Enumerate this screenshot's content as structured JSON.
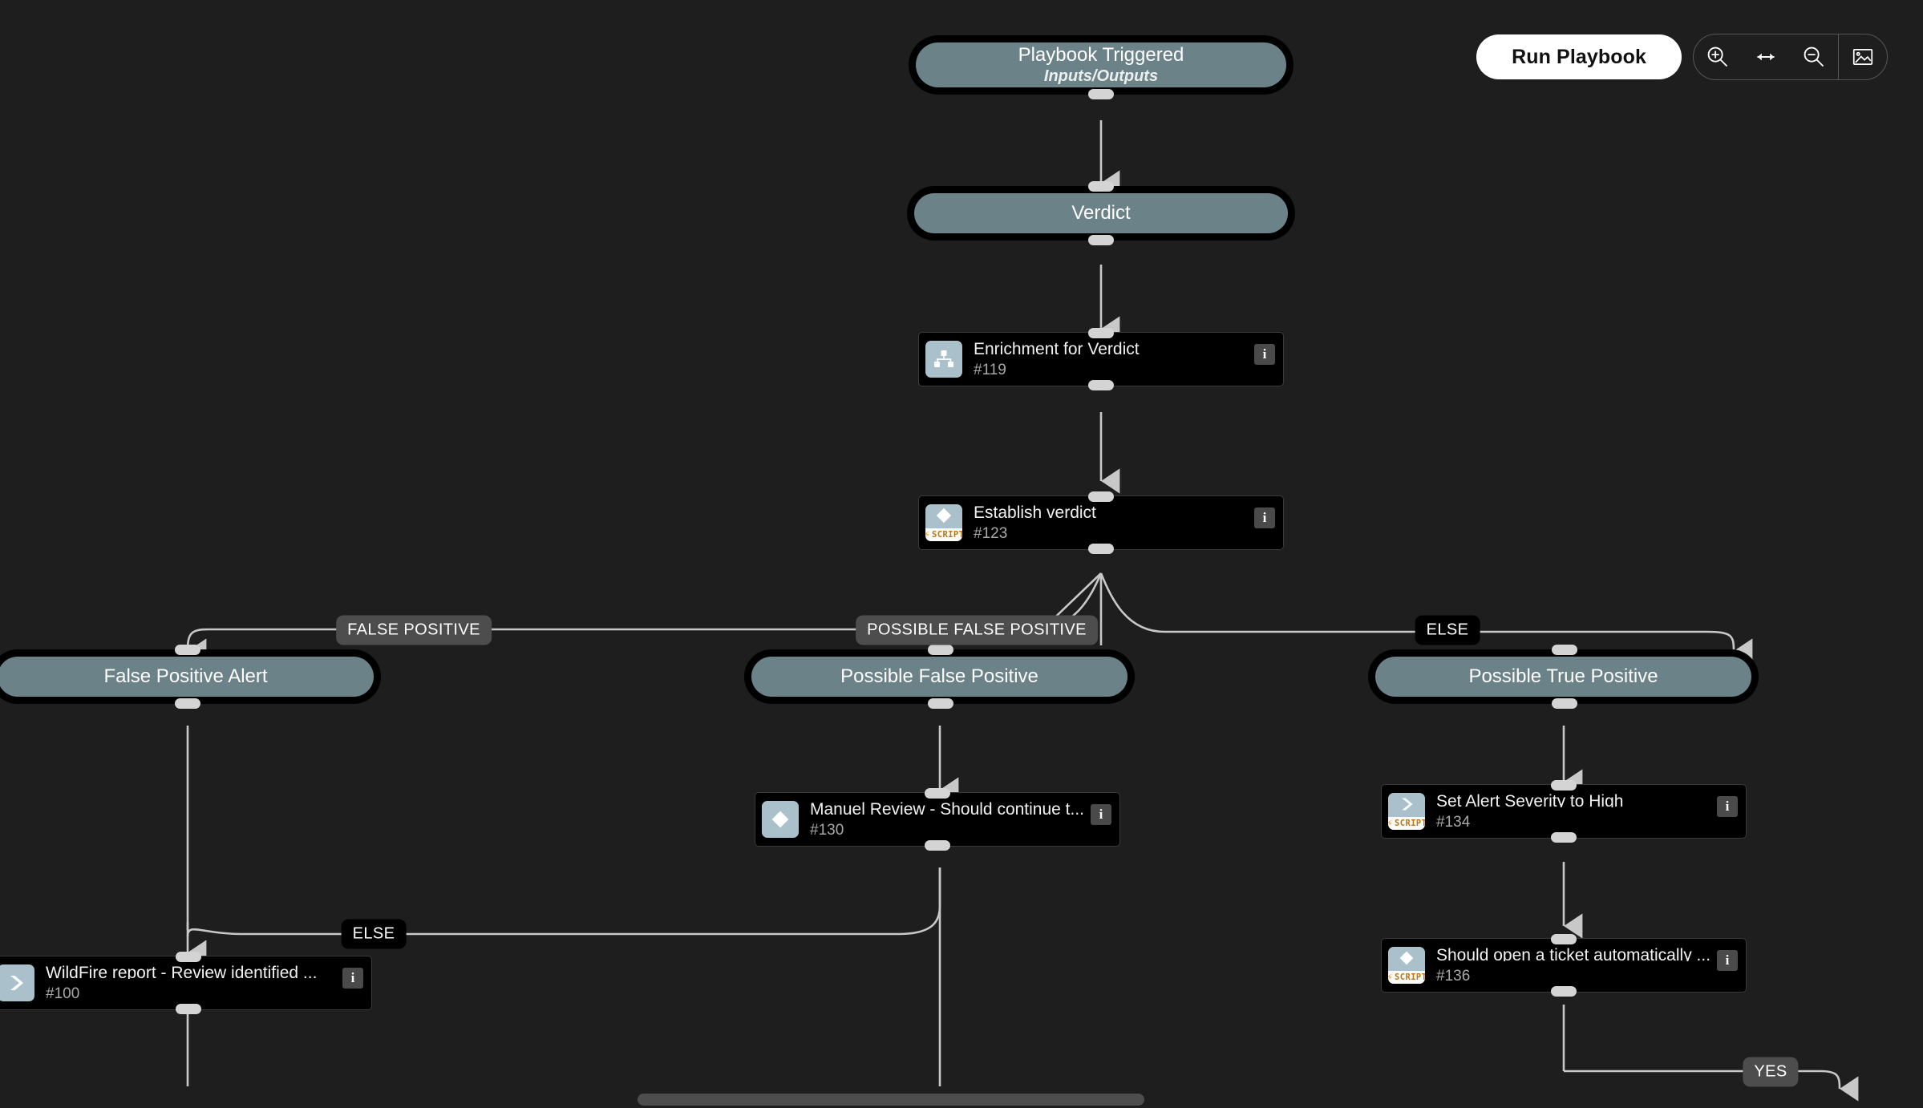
{
  "toolbar": {
    "run_label": "Run Playbook",
    "zoom_in_icon": "zoom-in-icon",
    "fit_icon": "fit-width-icon",
    "zoom_out_icon": "zoom-out-icon",
    "screenshot_icon": "image-icon"
  },
  "nodes": {
    "playbook_triggered": {
      "title": "Playbook Triggered",
      "subtitle": "Inputs/Outputs"
    },
    "verdict": {
      "title": "Verdict"
    },
    "enrichment_for_verdict": {
      "title": "Enrichment for Verdict",
      "id": "#119",
      "icon": "subplaybook-icon",
      "info": "i"
    },
    "establish_verdict": {
      "title": "Establish verdict",
      "id": "#123",
      "icon": "condition-diamond-icon",
      "badge": "SCRIPT",
      "info": "i"
    },
    "false_positive_alert": {
      "title": "False Positive Alert"
    },
    "possible_false_positive": {
      "title": "Possible False Positive"
    },
    "possible_true_positive": {
      "title": "Possible True Positive"
    },
    "manuel_review": {
      "title": "Manuel Review - Should continue t...",
      "id": "#130",
      "icon": "condition-diamond-icon",
      "info": "i"
    },
    "wildfire_report": {
      "title": "WildFire report - Review identified ...",
      "id": "#100",
      "icon": "chevron-task-icon",
      "info": "i"
    },
    "set_alert_severity": {
      "title": "Set Alert Severity to High",
      "id": "#134",
      "icon": "chevron-task-icon",
      "badge": "SCRIPT",
      "info": "i"
    },
    "should_open_ticket": {
      "title": "Should open a ticket automatically ...",
      "id": "#136",
      "icon": "condition-diamond-icon",
      "badge": "SCRIPT",
      "info": "i"
    }
  },
  "edge_labels": {
    "false_positive": "FALSE POSITIVE",
    "possible_false_positive": "POSSIBLE FALSE POSITIVE",
    "else_top": "ELSE",
    "else_left": "ELSE",
    "yes": "YES"
  },
  "colors": {
    "canvas_bg": "#1e1e1e",
    "node_fill": "#6b8288",
    "node_ring": "#000000",
    "card_bg": "#000000",
    "card_border": "#3a3a3a",
    "icon_tile": "#aac1cb",
    "edge_line": "#c8c8c8",
    "label_gray": "#4d4d4d",
    "accent_script": "#b5761a",
    "run_button_bg": "#ffffff"
  }
}
